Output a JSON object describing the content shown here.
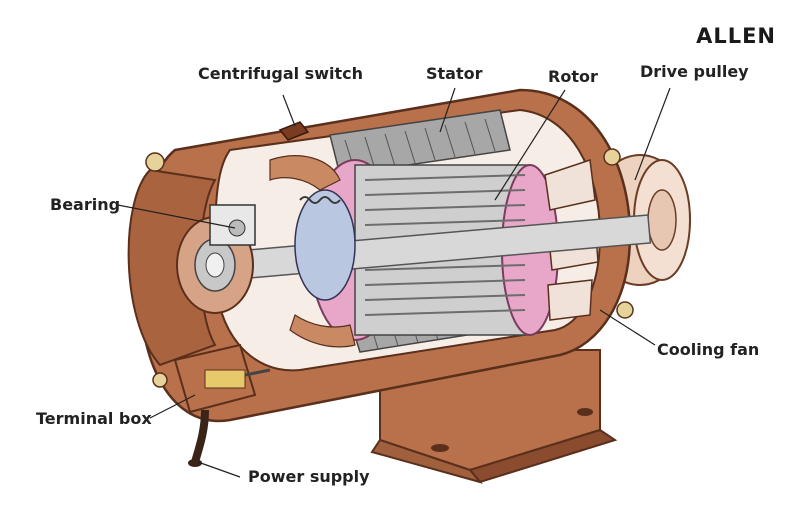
{
  "brand": {
    "logo_text": "ALLEN"
  },
  "labels": {
    "centrifugal_switch": "Centrifugal switch",
    "stator": "Stator",
    "rotor": "Rotor",
    "drive_pulley": "Drive pulley",
    "bearing": "Bearing",
    "cooling_fan": "Cooling fan",
    "terminal_box": "Terminal box",
    "power_supply": "Power supply"
  },
  "colors": {
    "housing": "#b8714a",
    "housing_dark": "#8a4b2e",
    "housing_light": "#d99a74",
    "copper_winding": "#c98a63",
    "laminations": "#9c9c9c",
    "rotor_pink": "#e8a6c8",
    "pulley": "#ecd2bf",
    "shaft": "#d8d8d8"
  }
}
